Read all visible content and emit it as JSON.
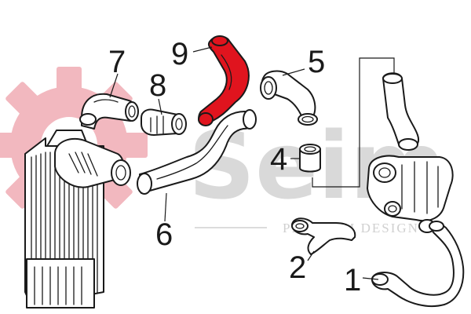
{
  "watermark": {
    "brand": "Seim",
    "tagline": "PREMIUM DESIGN",
    "gear_color": "#f2b8bf",
    "text_color": "#d9d9d9"
  },
  "highlight_color": "#e0141e",
  "callouts": {
    "c1": "1",
    "c2": "2",
    "c4": "4",
    "c5": "5",
    "c6": "6",
    "c7": "7",
    "c8": "8",
    "c9": "9"
  }
}
